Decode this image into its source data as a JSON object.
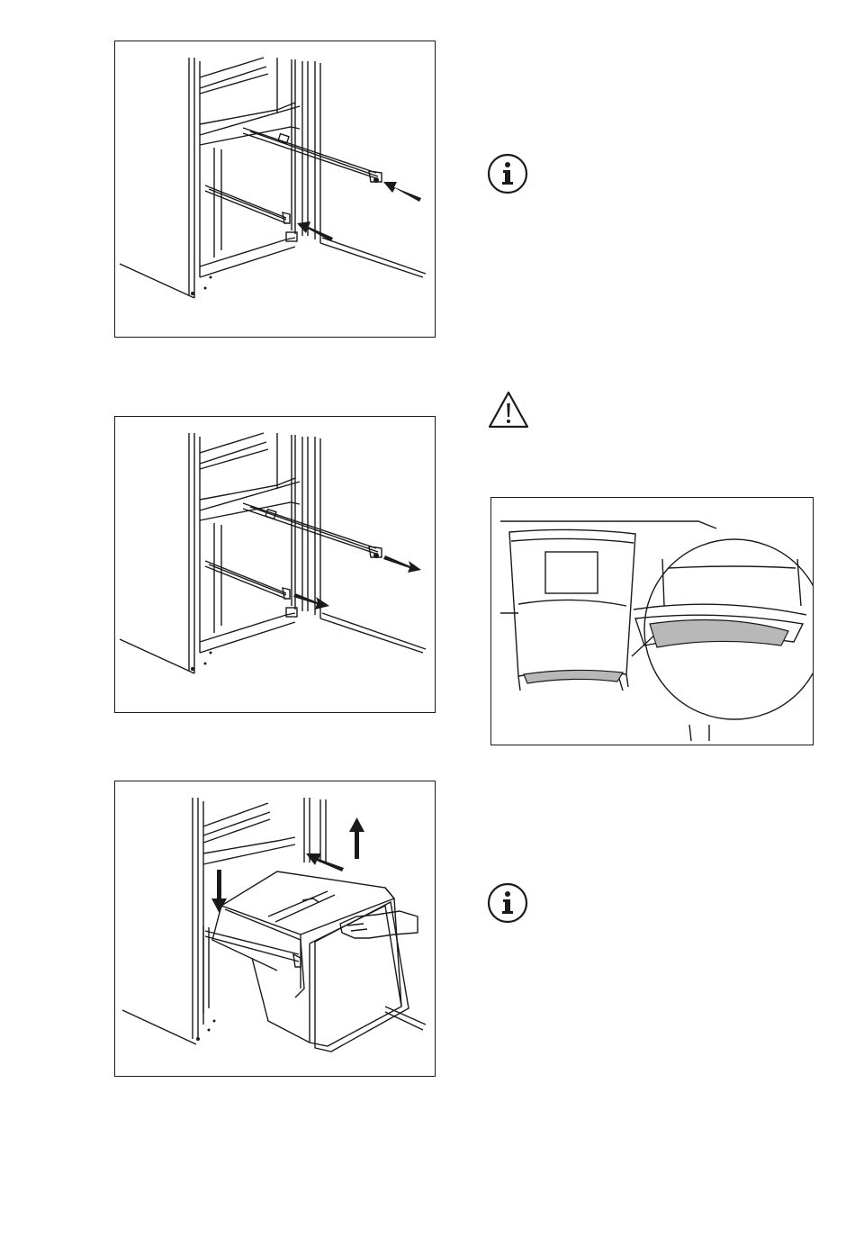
{
  "page": {
    "background": "#ffffff",
    "line_color": "#1a1a1a",
    "gray_fill": "#b8b8b8"
  },
  "figures": [
    {
      "id": "fig-1",
      "depicts": "rails-push-in"
    },
    {
      "id": "fig-2",
      "depicts": "rails-pull-out"
    },
    {
      "id": "fig-3",
      "depicts": "drawer-insert"
    },
    {
      "id": "fig-4",
      "depicts": "drawer-front-detail"
    }
  ],
  "icons": [
    {
      "name": "info-icon",
      "glyph": "i"
    },
    {
      "name": "warning-icon",
      "glyph": "!"
    },
    {
      "name": "info-icon",
      "glyph": "i"
    }
  ]
}
